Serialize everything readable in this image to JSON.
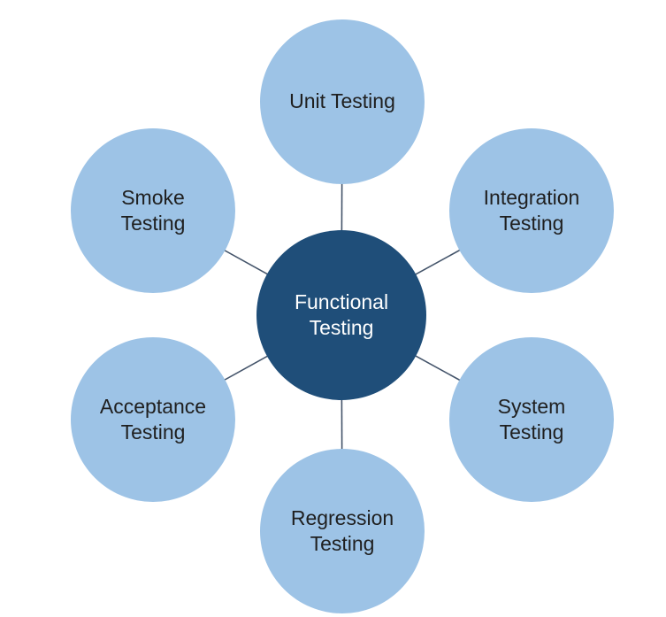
{
  "diagram": {
    "type": "hub-and-spoke",
    "hub": {
      "label": "Functional Testing",
      "line1": "Functional",
      "line2": "Testing"
    },
    "satellites": [
      {
        "id": "unit",
        "label": "Unit Testing",
        "line1": "Unit Testing",
        "line2": "",
        "position": "top"
      },
      {
        "id": "integration",
        "label": "Integration Testing",
        "line1": "Integration",
        "line2": "Testing",
        "position": "top-right"
      },
      {
        "id": "system",
        "label": "System Testing",
        "line1": "System",
        "line2": "Testing",
        "position": "bottom-right"
      },
      {
        "id": "regression",
        "label": "Regression Testing",
        "line1": "Regression",
        "line2": "Testing",
        "position": "bottom"
      },
      {
        "id": "acceptance",
        "label": "Acceptance Testing",
        "line1": "Acceptance",
        "line2": "Testing",
        "position": "bottom-left"
      },
      {
        "id": "smoke",
        "label": "Smoke Testing",
        "line1": "Smoke",
        "line2": "Testing",
        "position": "top-left"
      }
    ],
    "colors": {
      "hub_fill": "#1F4E79",
      "hub_text": "#FFFFFF",
      "satellite_fill": "#9DC3E6",
      "satellite_text": "#1F1F1F",
      "connector": "#44546A",
      "background": "#FFFFFF"
    }
  }
}
